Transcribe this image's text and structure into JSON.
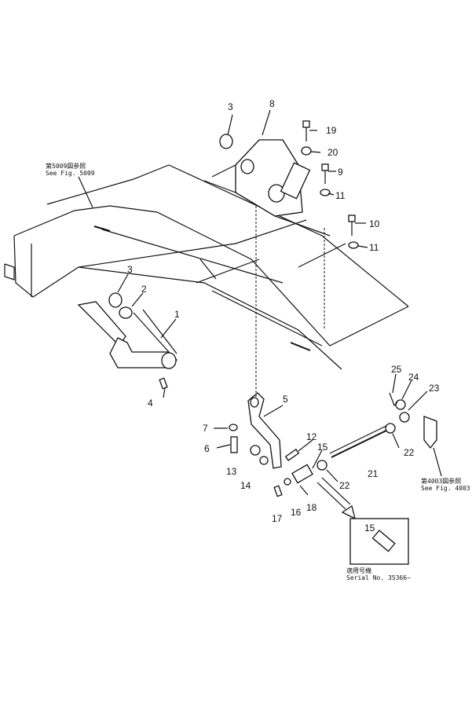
{
  "parts": {
    "p1": "1",
    "p2": "2",
    "p3a": "3",
    "p3b": "3",
    "p4": "4",
    "p5": "5",
    "p6": "6",
    "p7": "7",
    "p8": "8",
    "p9": "9",
    "p10": "10",
    "p11a": "11",
    "p11b": "11",
    "p12": "12",
    "p13": "13",
    "p14": "14",
    "p15a": "15",
    "p15b": "15",
    "p16": "16",
    "p17": "17",
    "p18": "18",
    "p19": "19",
    "p20": "20",
    "p21": "21",
    "p22a": "22",
    "p22b": "22",
    "p23": "23",
    "p24": "24",
    "p25": "25"
  },
  "refs": {
    "fig5009_jp": "第5009図参照",
    "fig5009_en": "See Fig. 5009",
    "fig4003_jp": "第4003図参照",
    "fig4003_en": "See Fig. 4003",
    "serial_jp": "適用号機",
    "serial_en": "Serial No. 35366~"
  }
}
